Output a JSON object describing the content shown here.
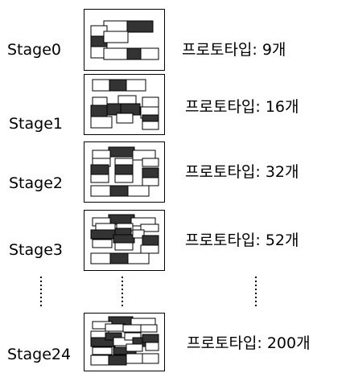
{
  "stages": [
    {
      "label": "Stage0",
      "count": "프로토타입: 9개"
    },
    {
      "label": "Stage1",
      "count": "프로토타입: 16개"
    },
    {
      "label": "Stage2",
      "count": "프로토타입: 32개"
    },
    {
      "label": "Stage3",
      "count": "프로토타입: 52개"
    },
    {
      "label": "Stage24",
      "count": "프로토타입: 200개"
    }
  ]
}
